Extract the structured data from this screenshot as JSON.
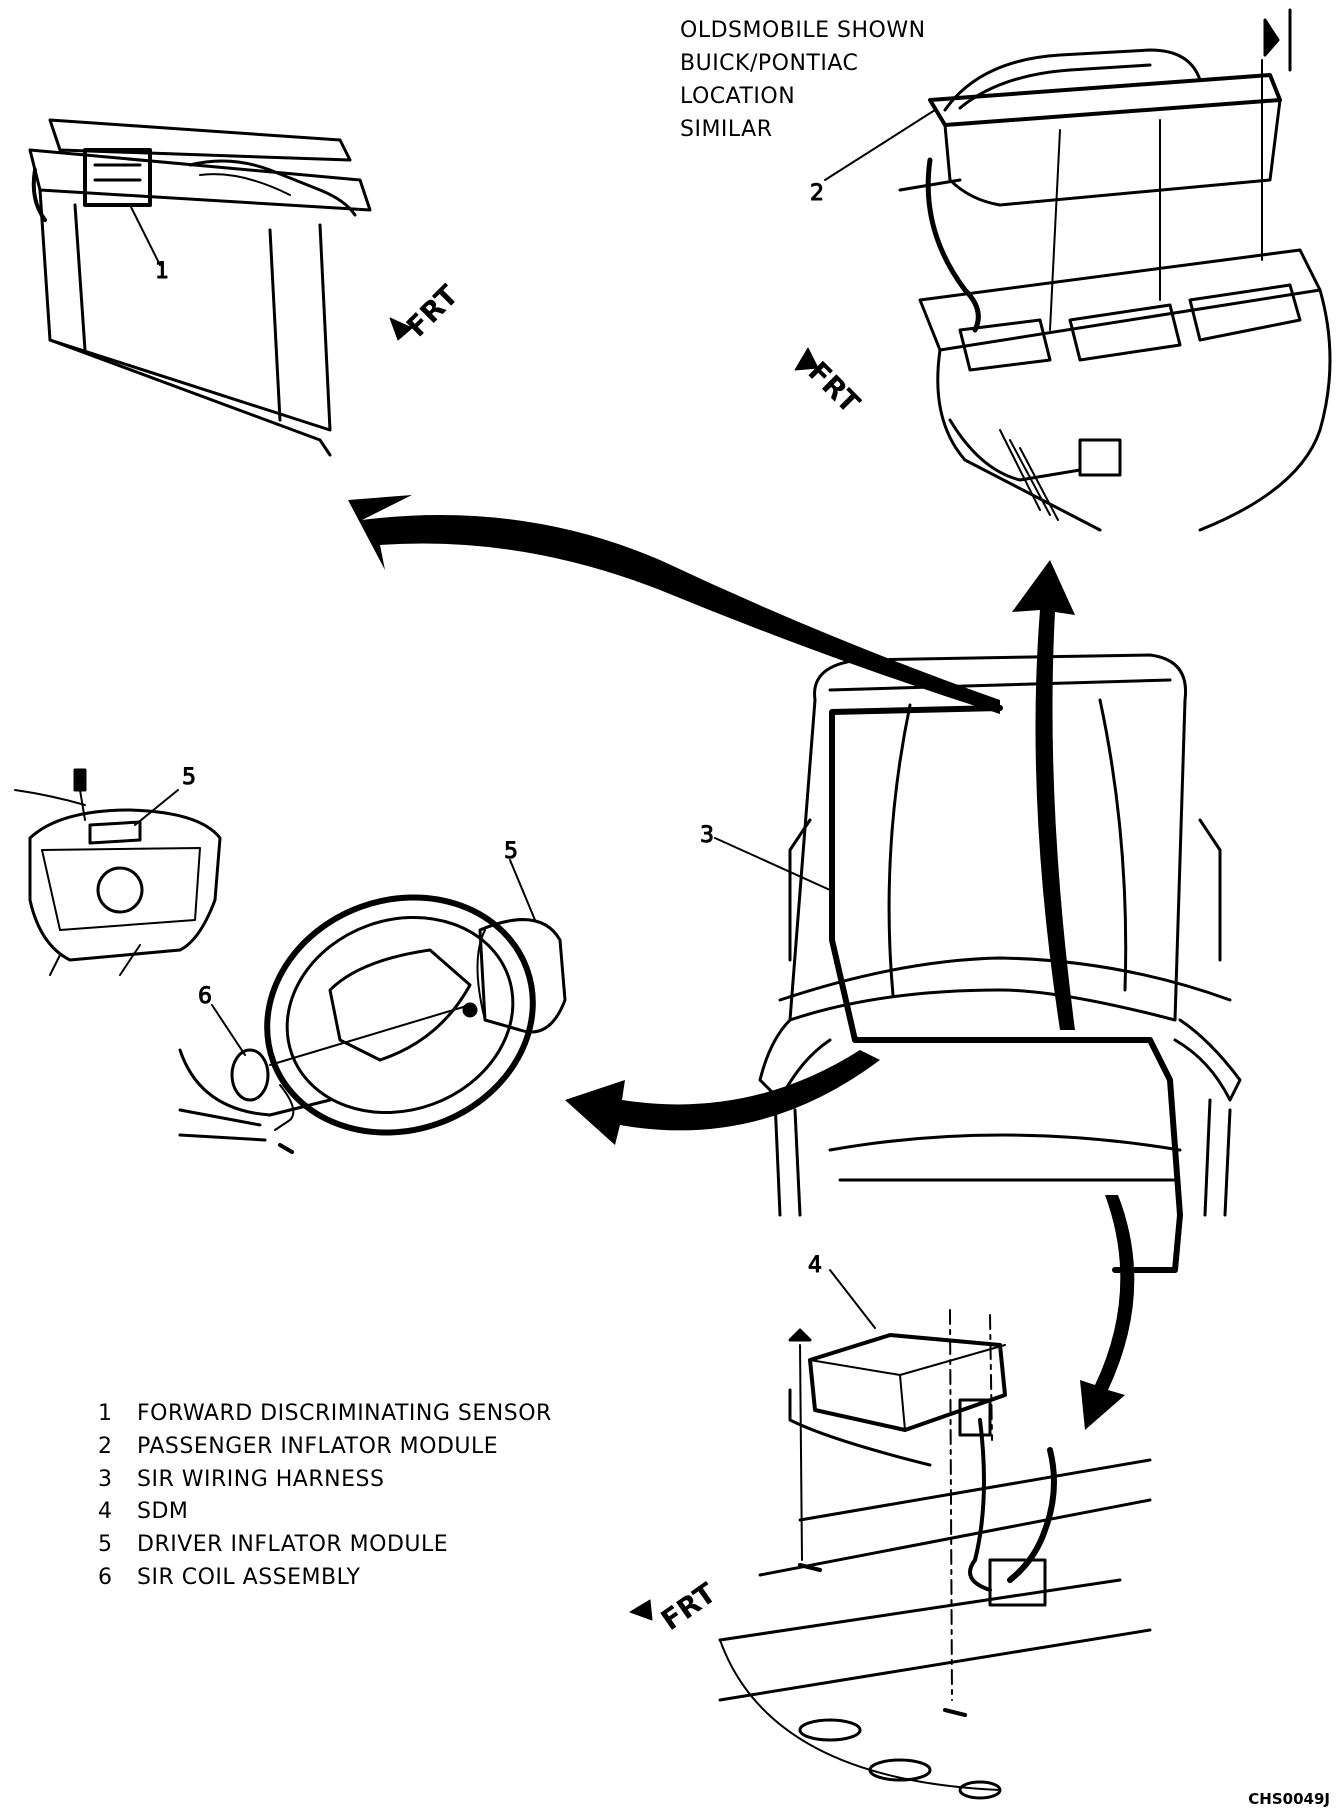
{
  "note_lines": [
    "OLDSMOBILE SHOWN",
    "BUICK/PONTIAC",
    "LOCATION",
    "SIMILAR"
  ],
  "legend": [
    {
      "num": "1",
      "text": "FORWARD DISCRIMINATING SENSOR"
    },
    {
      "num": "2",
      "text": "PASSENGER INFLATOR MODULE"
    },
    {
      "num": "3",
      "text": "SIR WIRING HARNESS"
    },
    {
      "num": "4",
      "text": "SDM"
    },
    {
      "num": "5",
      "text": "DRIVER INFLATOR MODULE"
    },
    {
      "num": "6",
      "text": "SIR COIL ASSEMBLY"
    }
  ],
  "callouts": {
    "c1": "1",
    "c2": "2",
    "c3": "3",
    "c4": "4",
    "c5a": "5",
    "c5b": "5",
    "c6": "6"
  },
  "frt_label": "FRT",
  "figure_code": "CHS0049J"
}
